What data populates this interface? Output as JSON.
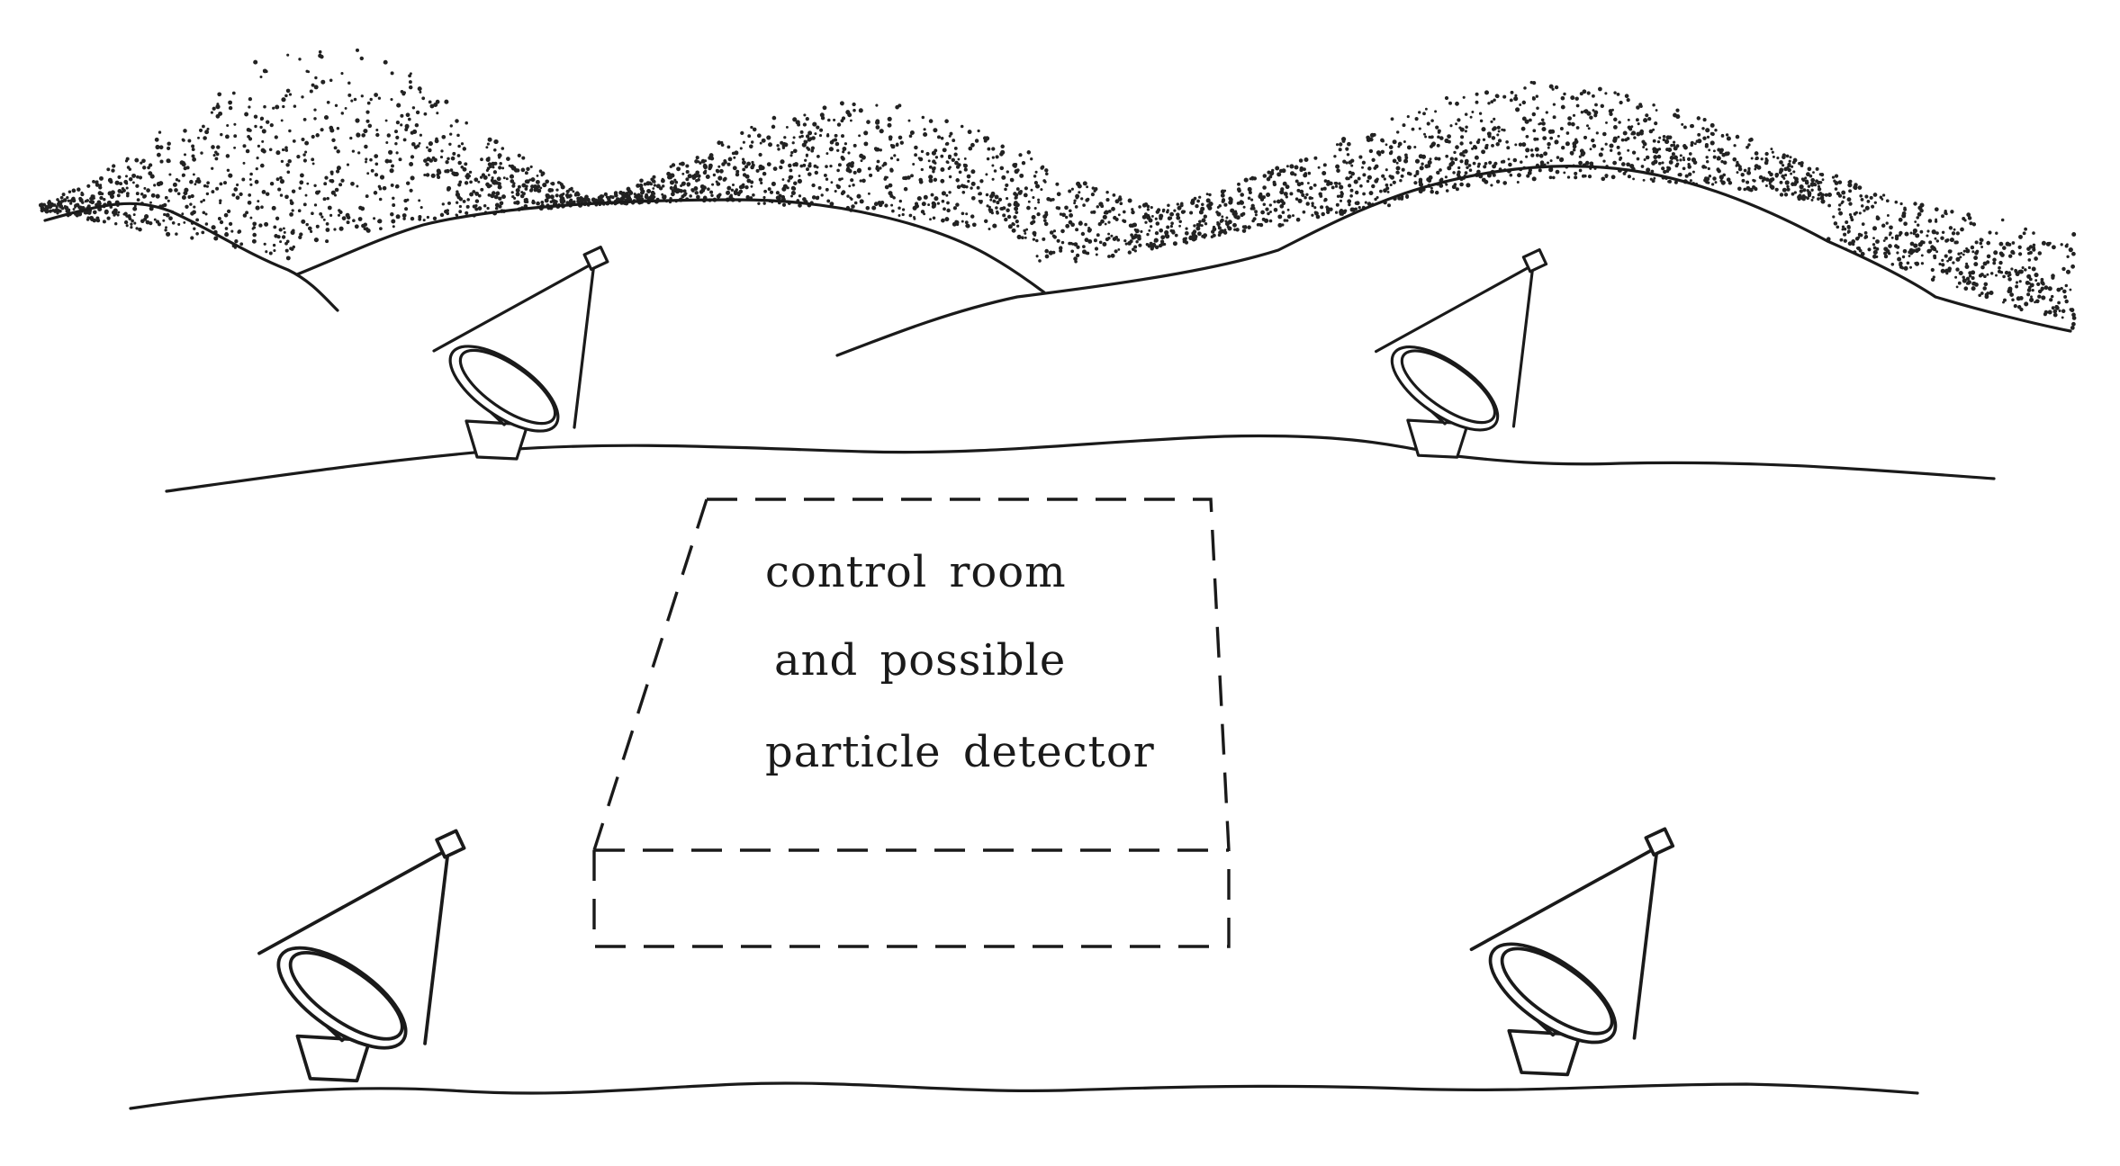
{
  "figure": {
    "label_lines": [
      "control room",
      "and possible",
      "particle detector"
    ]
  },
  "icons": [
    "mountain-range-stipple",
    "radio-telescope-dish"
  ]
}
